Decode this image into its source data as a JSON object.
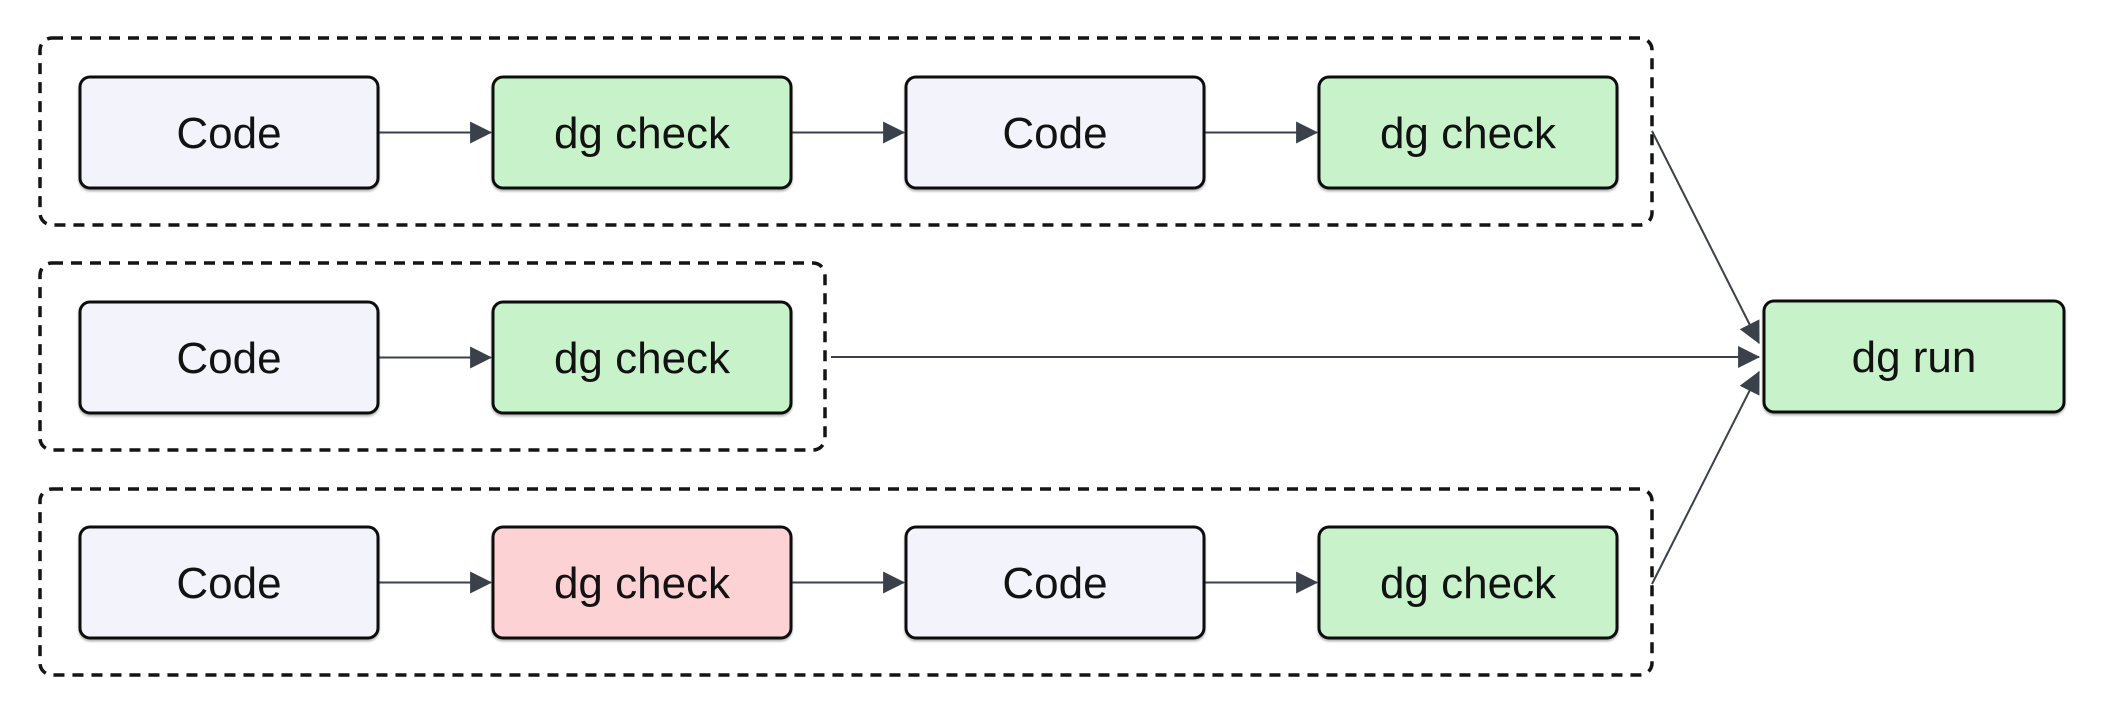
{
  "diagram": {
    "type": "flowchart",
    "direction": "left-to-right",
    "colors": {
      "code_fill": "#f3f3fb",
      "pass_fill": "#c8f3ca",
      "fail_fill": "#fcd2d4",
      "node_border": "#0d0d0d",
      "container_border": "#141414",
      "edge": "#3a414b",
      "background": "#ffffff"
    },
    "groups": [
      {
        "id": "branch-top",
        "border_style": "dashed",
        "nodes": [
          {
            "label": "Code",
            "status": "code"
          },
          {
            "label": "dg check",
            "status": "pass"
          },
          {
            "label": "Code",
            "status": "code"
          },
          {
            "label": "dg check",
            "status": "pass"
          }
        ],
        "connects_to": "dg run"
      },
      {
        "id": "branch-middle",
        "border_style": "dashed",
        "nodes": [
          {
            "label": "Code",
            "status": "code"
          },
          {
            "label": "dg check",
            "status": "pass"
          }
        ],
        "connects_to": "dg run"
      },
      {
        "id": "branch-bottom",
        "border_style": "dashed",
        "nodes": [
          {
            "label": "Code",
            "status": "code"
          },
          {
            "label": "dg check",
            "status": "fail"
          },
          {
            "label": "Code",
            "status": "code"
          },
          {
            "label": "dg check",
            "status": "pass"
          }
        ],
        "connects_to": "dg run"
      }
    ],
    "target": {
      "label": "dg run",
      "status": "pass"
    }
  }
}
